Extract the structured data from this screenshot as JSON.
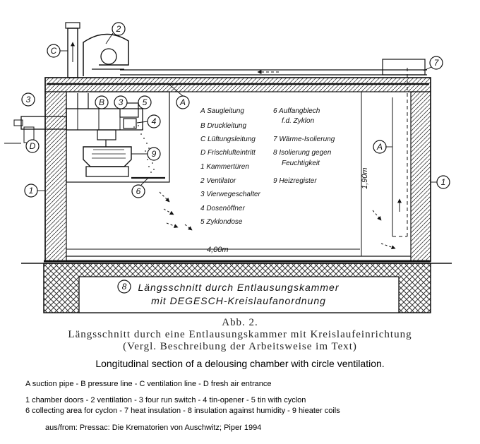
{
  "diagram": {
    "callouts": {
      "c1": "1",
      "c2": "2",
      "c3": "3",
      "c4": "4",
      "c5": "5",
      "c6": "6",
      "c7": "7",
      "c8": "8",
      "c9": "9",
      "cA": "A",
      "cB": "B",
      "cC": "C",
      "cD": "D"
    },
    "key": [
      "A Saugleitung",
      "B Druckleitung",
      "C Lüftungsleitung",
      "D Frischlufteintritt",
      "1 Kammertüren",
      "2 Ventilator",
      "3 Vierwegeschalter",
      "4 Dosenöffner",
      "5 Zyklondose",
      "6 Auffangblech",
      "f.d. Zyklon",
      "7 Wärme-Isolierung",
      "8 Isolierung gegen",
      "Feuchtigkeit",
      "9 Heizregister"
    ],
    "dim_height": "1,90m",
    "dim_length": "4,00m",
    "section_title_1": "Längsschnitt durch Entlausungskammer",
    "section_title_2": "mit DEGESCH-Kreislaufanordnung"
  },
  "caption": {
    "figure": "Abb. 2.",
    "german_1": "Längsschnitt durch eine Entlausungskammer mit Kreislaufeinrichtung",
    "german_2": "(Vergl. Beschreibung der Arbeitsweise im Text)",
    "english": "Longitudinal section of a delousing chamber with circle ventilation."
  },
  "legend": {
    "line_a": "A suction pipe - B pressure line - C ventilation line - D fresh air entrance",
    "line_b": "1 chamber doors - 2 ventilation - 3 four run switch - 4 tin-opener - 5 tin with cyclon",
    "line_c": "6 collecting area for cyclon - 7 heat insulation - 8 insulation against humidity - 9 hieater coils"
  },
  "source": "aus/from:  Pressac: Die Krematorien von Auschwitz; Piper 1994"
}
